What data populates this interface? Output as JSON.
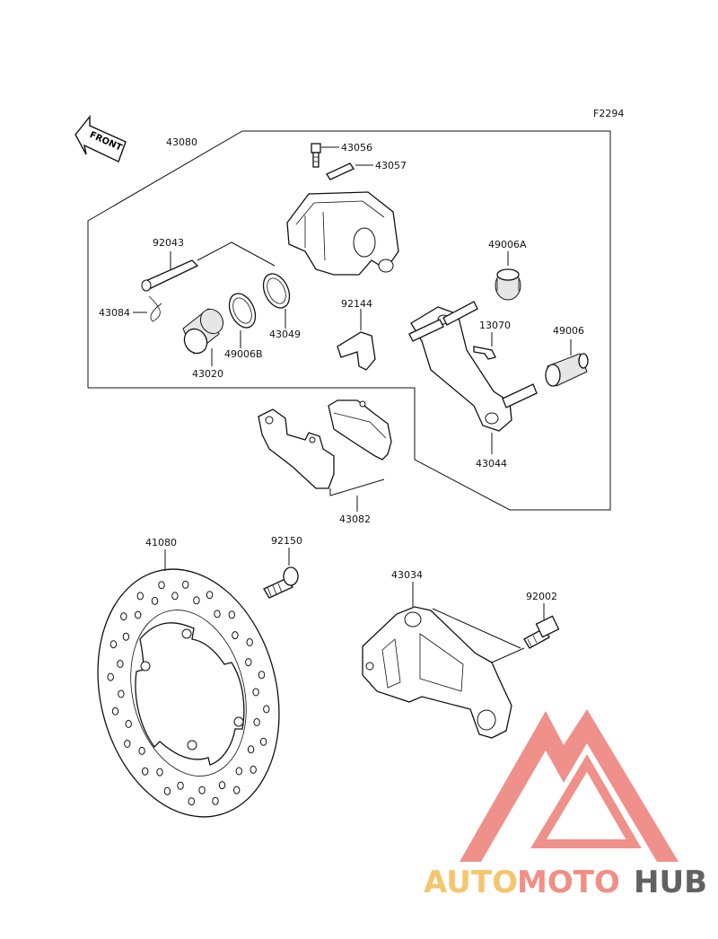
{
  "diagram_code": "F2294",
  "front_marker": "FRONT",
  "labels": {
    "p43080": "43080",
    "p43056": "43056",
    "p43057": "43057",
    "p92043": "92043",
    "p49006A": "49006A",
    "p43084": "43084",
    "p92144": "92144",
    "p13070": "13070",
    "p49006": "49006",
    "p43049": "43049",
    "p49006B": "49006B",
    "p43020": "43020",
    "p43044": "43044",
    "p43082": "43082",
    "p41080": "41080",
    "p92150": "92150",
    "p43034": "43034",
    "p92002": "92002"
  },
  "watermark": {
    "part1": "AUTO",
    "part2": "MOTO",
    "part3": "HUB",
    "color1": "#f5c267",
    "color2": "#f08a80",
    "color3": "#5a5a5a",
    "logo_color": "#ef8b85"
  }
}
